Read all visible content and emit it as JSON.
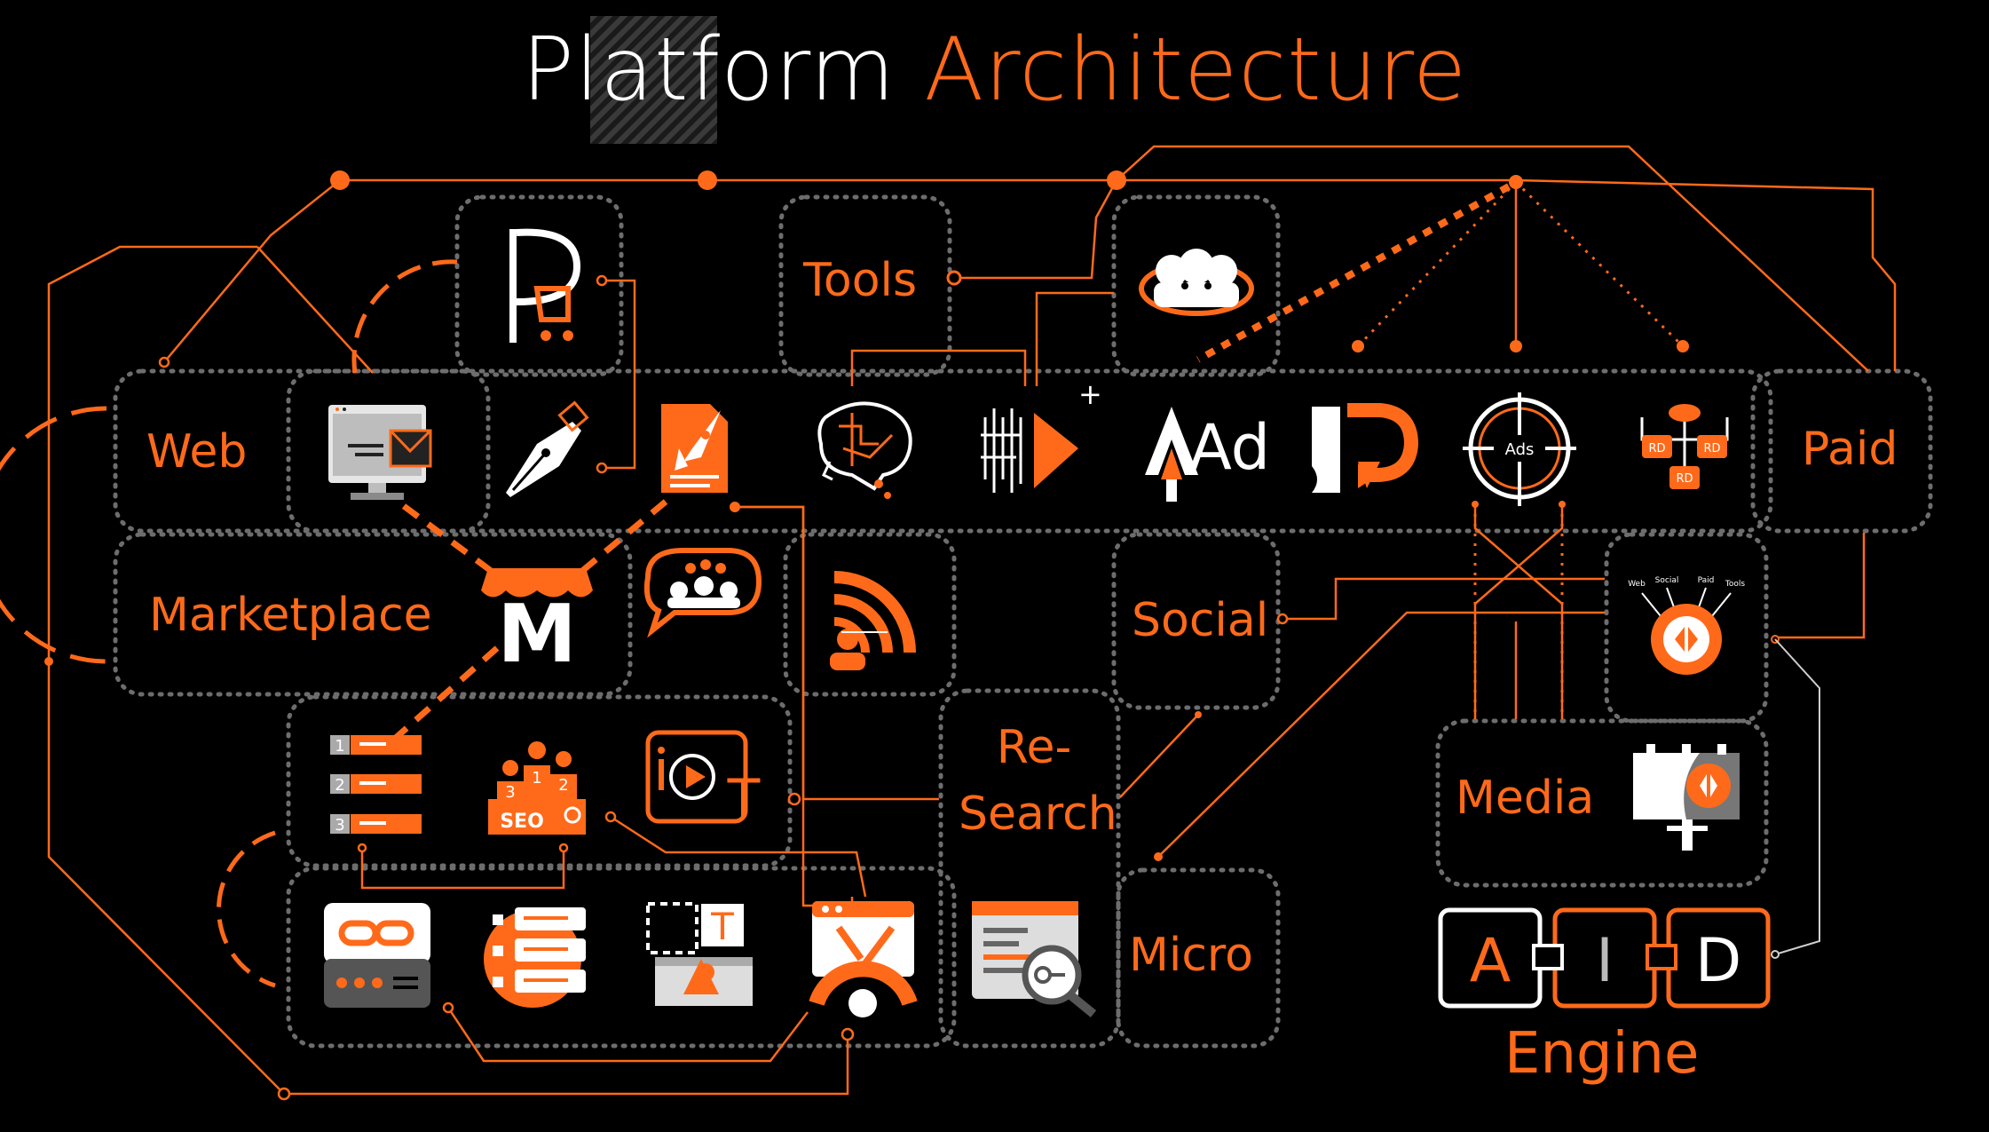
{
  "title": {
    "part1": "Platform",
    "part2": "Architecture"
  },
  "labels": {
    "web": "Web",
    "marketplace": "Marketplace",
    "tools": "Tools",
    "social": "Social",
    "research": "Re-\nSearch",
    "micro": "Micro",
    "paid": "Paid",
    "media": "Media",
    "engine": "Engine"
  },
  "engine_letters": [
    "A",
    "I",
    "D"
  ],
  "badge_labels": {
    "web": "Web",
    "social": "Social",
    "paid": "Paid",
    "tools": "Tools"
  },
  "icon_text": {
    "ads": "Ads",
    "seo": "SEO",
    "ad": "Ad",
    "rd": "RD"
  },
  "colors": {
    "accent": "#ff6a1a",
    "background": "#000000",
    "text": "#ffffff",
    "border": "#6a6a6a"
  }
}
